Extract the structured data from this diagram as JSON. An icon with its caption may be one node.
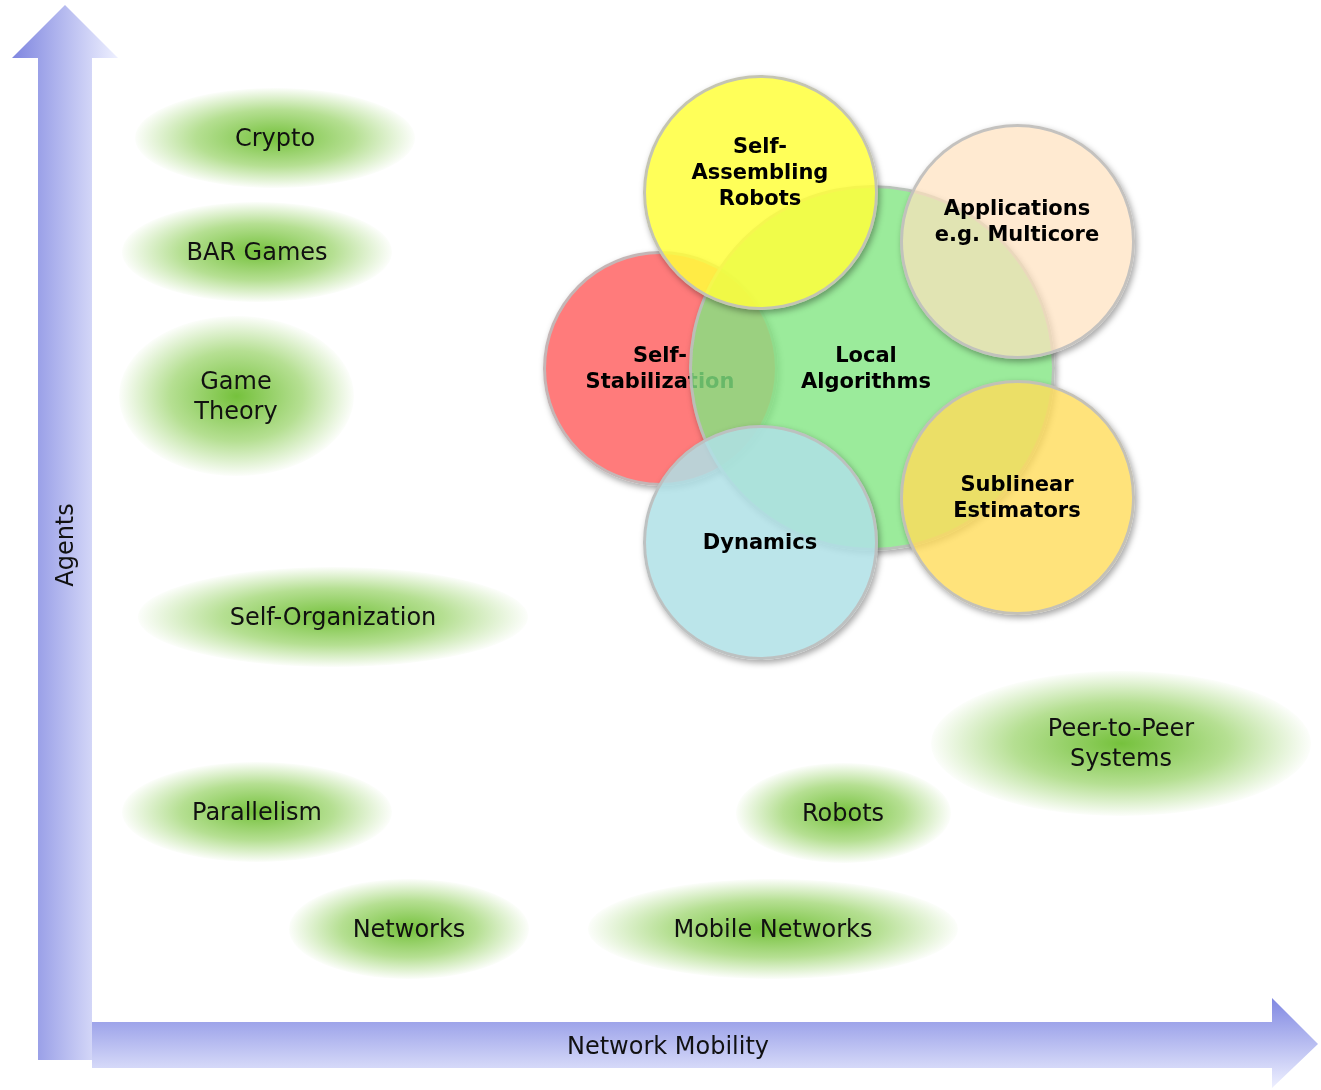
{
  "diagram": {
    "nodes": [
      {
        "text": [
          "Crypto"
        ]
      },
      {
        "text": [
          "BAR Games"
        ]
      },
      {
        "text": [
          "Game Theory"
        ]
      },
      {
        "text": [
          "Self-Assembling Robots"
        ]
      },
      {
        "text": [
          "Applications e.g. Multicore"
        ]
      },
      {
        "text": [
          "Self-Stabilization"
        ]
      },
      {
        "text": [
          "Local Algorithms"
        ]
      },
      {
        "text": [
          "Sublinear Estimators"
        ]
      },
      {
        "text": [
          "Dynamics"
        ]
      },
      {
        "text": [
          "Self-Organization"
        ]
      },
      {
        "text": [
          "Peer-to-Peer Systems"
        ]
      },
      {
        "text": [
          "Parallelism"
        ]
      },
      {
        "text": [
          "Robots"
        ]
      },
      {
        "text": [
          "Networks"
        ]
      },
      {
        "text": [
          "Mobile Networks"
        ]
      }
    ],
    "edges": [],
    "labels": [
      "Agents",
      "Network Mobility"
    ]
  }
}
